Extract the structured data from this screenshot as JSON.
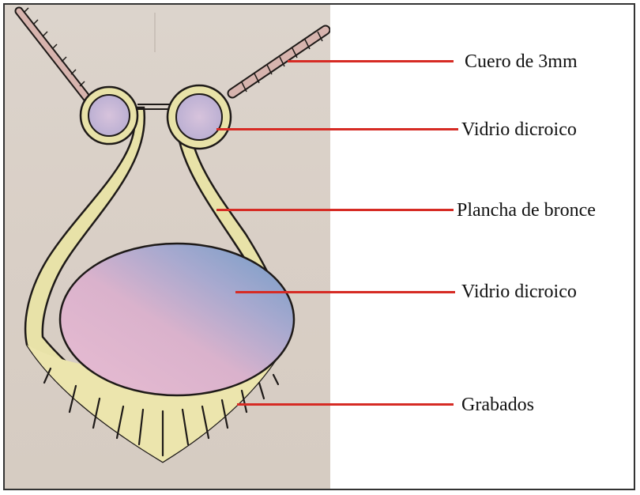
{
  "labels": [
    {
      "id": "leather",
      "text": "Cuero de 3mm"
    },
    {
      "id": "glass-top",
      "text": "Vidrio dicroico"
    },
    {
      "id": "bronze",
      "text": "Plancha de bronce"
    },
    {
      "id": "glass-main",
      "text": "Vidrio dicroico"
    },
    {
      "id": "engravings",
      "text": "Grabados"
    }
  ],
  "colors": {
    "leader": "#d62b24",
    "paper": "#dcd4cc",
    "bronze": "#e8e2a8",
    "leather": "#d7b4ae",
    "glass_pink": "#e6b9d0",
    "glass_blue": "#7fa7cc",
    "ink": "#1e1a18"
  }
}
